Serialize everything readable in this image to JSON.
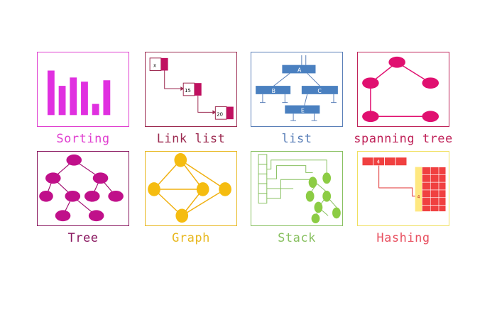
{
  "tiles": [
    {
      "label": "Sorting",
      "color": "#e040d0"
    },
    {
      "label": "Link list",
      "color": "#9c2a50"
    },
    {
      "label": "list",
      "color": "#5a7fb8"
    },
    {
      "label": "spanning tree",
      "color": "#c0245a"
    },
    {
      "label": "Tree",
      "color": "#8a1860"
    },
    {
      "label": "Graph",
      "color": "#e8b820"
    },
    {
      "label": "Stack",
      "color": "#88c060"
    },
    {
      "label": "Hashing",
      "color": "#e85060"
    }
  ],
  "linklist": {
    "node1": "x",
    "node2": "15",
    "node3": "20"
  },
  "list": {
    "n1": "A",
    "n2": "B",
    "n3": "C",
    "n4": "E"
  },
  "hashing": {
    "key": "4",
    "slot": "4"
  }
}
